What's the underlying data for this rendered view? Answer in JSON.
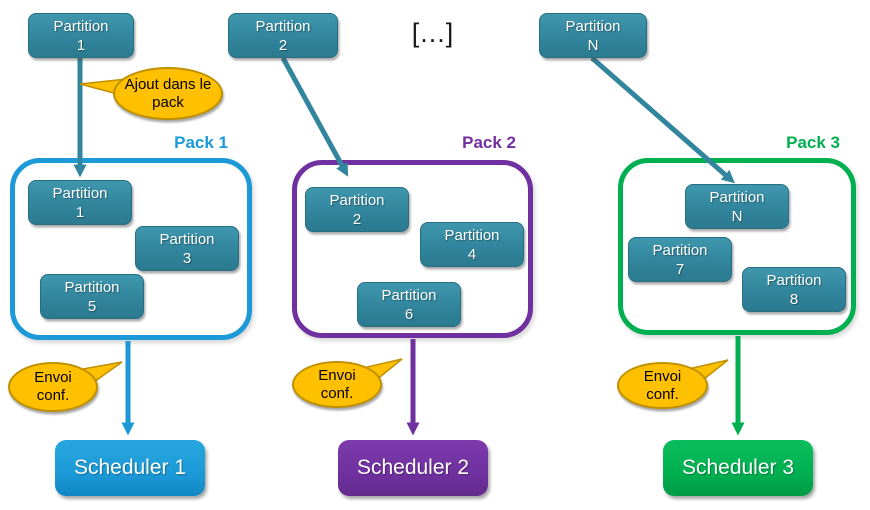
{
  "colors": {
    "teal": "#31859C",
    "blue": "#1B9AD7",
    "purple": "#7030A0",
    "green": "#00B050",
    "orange": "#FFC000",
    "orange_dark": "#BF9000"
  },
  "top_row": {
    "partitions": [
      {
        "line1": "Partition",
        "line2": "1"
      },
      {
        "line1": "Partition",
        "line2": "2"
      },
      {
        "line1": "Partition",
        "line2": "N"
      }
    ],
    "ellipsis": "[...]"
  },
  "callouts": {
    "ajout_pack": "Ajout dans le pack",
    "envoi_1": "Envoi conf.",
    "envoi_2": "Envoi conf.",
    "envoi_3": "Envoi conf."
  },
  "packs": [
    {
      "label": "Pack 1",
      "accent": "#1B9AD7",
      "partitions": [
        {
          "line1": "Partition",
          "line2": "1"
        },
        {
          "line1": "Partition",
          "line2": "3"
        },
        {
          "line1": "Partition",
          "line2": "5"
        }
      ]
    },
    {
      "label": "Pack 2",
      "accent": "#7030A0",
      "partitions": [
        {
          "line1": "Partition",
          "line2": "2"
        },
        {
          "line1": "Partition",
          "line2": "4"
        },
        {
          "line1": "Partition",
          "line2": "6"
        }
      ]
    },
    {
      "label": "Pack 3",
      "accent": "#00B050",
      "partitions": [
        {
          "line1": "Partition",
          "line2": "N"
        },
        {
          "line1": "Partition",
          "line2": "7"
        },
        {
          "line1": "Partition",
          "line2": "8"
        }
      ]
    }
  ],
  "schedulers": [
    {
      "label": "Scheduler 1",
      "accent": "#1B9AD7"
    },
    {
      "label": "Scheduler 2",
      "accent": "#7030A0"
    },
    {
      "label": "Scheduler 3",
      "accent": "#00B050"
    }
  ]
}
